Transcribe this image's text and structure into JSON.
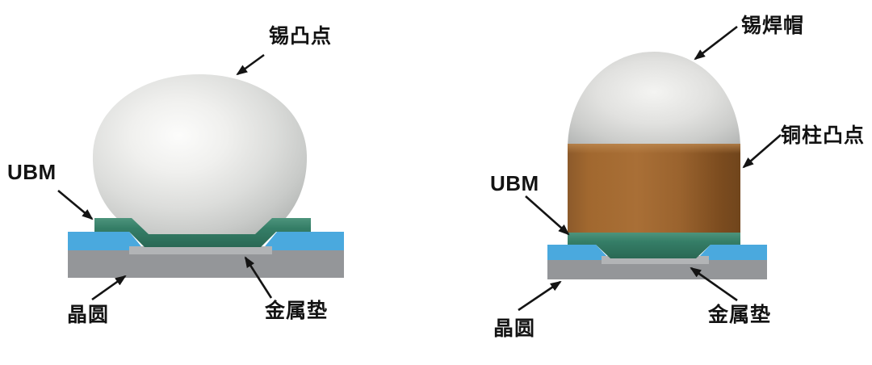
{
  "figure": {
    "left_diagram": {
      "labels": {
        "bump": "锡凸点",
        "ubm": "UBM",
        "wafer": "晶圆",
        "pad": "金属垫"
      }
    },
    "right_diagram": {
      "labels": {
        "cap": "锡焊帽",
        "pillar": "铜柱凸点",
        "ubm": "UBM",
        "wafer": "晶圆",
        "pad": "金属垫"
      }
    },
    "colors": {
      "solder_gray": "#d6d7d5",
      "copper_brown": "#a0672f",
      "ubm_green": "#35806a",
      "passivation_blue": "#4aa9de",
      "wafer_gray": "#949699",
      "pad_gray": "#b2b4b6",
      "arrow_black": "#141414",
      "background": "#ffffff"
    }
  }
}
